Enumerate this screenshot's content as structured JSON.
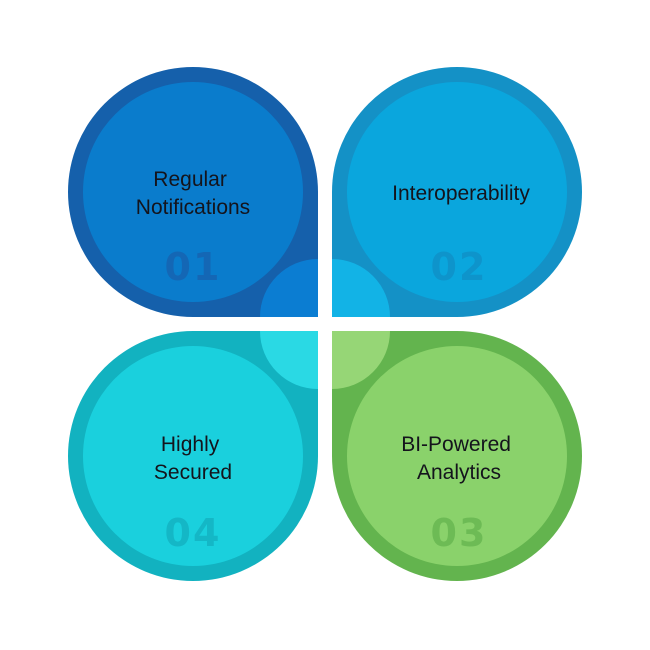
{
  "petals": [
    {
      "id": "top-left",
      "label_lines": [
        "Regular",
        "Notifications"
      ],
      "number": "01",
      "colors": {
        "ring": "#1560ab",
        "inner": "#0a7ccc",
        "number": "#1467b5",
        "bulge": "#0b7dd2"
      }
    },
    {
      "id": "top-right",
      "label_lines": [
        "Interoperability"
      ],
      "number": "02",
      "colors": {
        "ring": "#1491c6",
        "inner": "#0aa6dd",
        "number": "#0e94cb",
        "bulge": "#12b3e6"
      }
    },
    {
      "id": "bottom-right",
      "label_lines": [
        "BI-Powered",
        "Analytics"
      ],
      "number": "03",
      "colors": {
        "ring": "#63b44e",
        "inner": "#8ad26b",
        "number": "#6dbb55",
        "bulge": "#96d676"
      }
    },
    {
      "id": "bottom-left",
      "label_lines": [
        "Highly",
        "Secured"
      ],
      "number": "04",
      "colors": {
        "ring": "#12b2c0",
        "inner": "#1ad0dd",
        "number": "#14b7c6",
        "bulge": "#2ad9e4"
      }
    }
  ]
}
